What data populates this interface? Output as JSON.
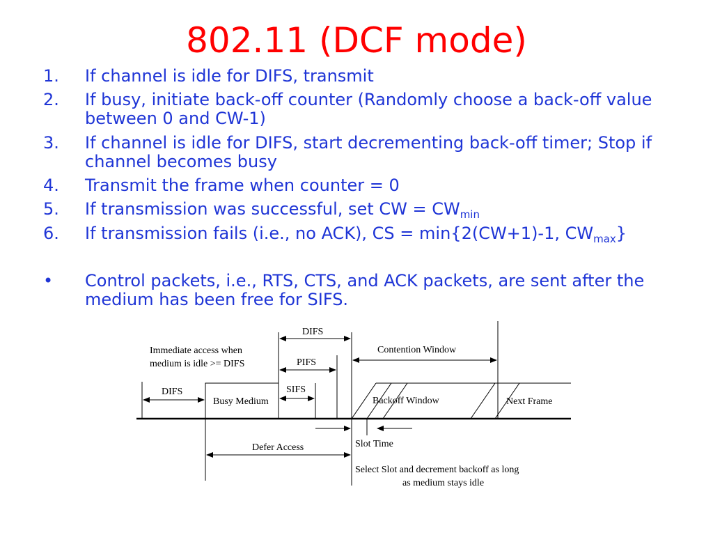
{
  "slide": {
    "title": "802.11 (DCF mode)",
    "title_color": "#ff0000",
    "text_color": "#1f35d6",
    "items": [
      {
        "marker": "1.",
        "text": "If channel is idle for DIFS, transmit"
      },
      {
        "marker": "2.",
        "text": "If busy, initiate back-off counter (Randomly choose a back-off value between 0 and CW-1)"
      },
      {
        "marker": "3.",
        "text": "If channel is idle for DIFS, start decrementing back-off timer; Stop if channel becomes busy"
      },
      {
        "marker": "4.",
        "text": "Transmit the frame when counter = 0"
      },
      {
        "marker": "5.",
        "text": "If transmission was successful, set CW = CW",
        "sub": "min",
        "after": ""
      },
      {
        "marker": "6.",
        "text": "If transmission fails (i.e., no ACK), CS = min{2(CW+1)-1, CW",
        "sub": "max",
        "after": "}"
      },
      {
        "marker": "•",
        "text": "Control packets, i.e., RTS, CTS, and ACK packets, are sent after the medium has been free for SIFS."
      }
    ]
  },
  "diagram": {
    "difs_top": "DIFS",
    "immediate_line1": "Immediate access when",
    "immediate_line2": "medium is idle >= DIFS",
    "contention_window": "Contention Window",
    "pifs": "PIFS",
    "difs_left": "DIFS",
    "sifs": "SIFS",
    "busy_medium": "Busy Medium",
    "backoff_window": "Backoff Window",
    "next_frame": "Next Frame",
    "slot_time": "Slot Time",
    "defer_access": "Defer Access",
    "select_line1": "Select Slot and decrement backoff as long",
    "select_line2": "as medium stays idle"
  }
}
